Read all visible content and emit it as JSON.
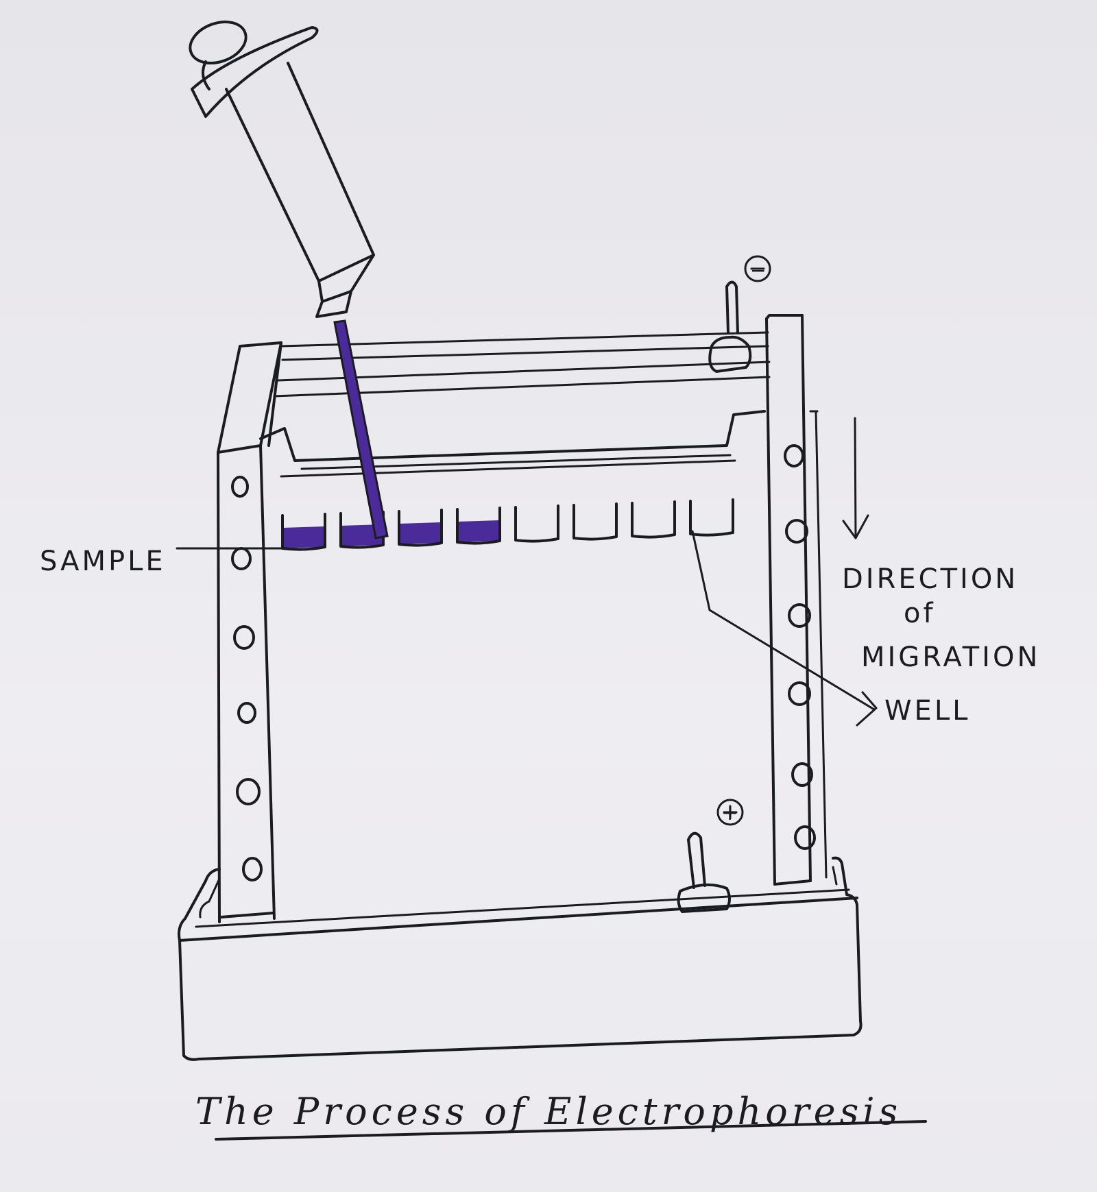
{
  "title": "The Process of Electrophoresis",
  "labels": {
    "sample": "SAMPLE",
    "direction_line1": "DIRECTION",
    "direction_line2": "of",
    "direction_line3": "MIGRATION",
    "well": "WELL",
    "negative": "−",
    "positive": "+"
  },
  "wells": [
    {
      "filled": true
    },
    {
      "filled": true
    },
    {
      "filled": true
    },
    {
      "filled": true
    },
    {
      "filled": false
    },
    {
      "filled": false
    },
    {
      "filled": false
    },
    {
      "filled": false
    }
  ],
  "colors": {
    "ink": "#1b1b22",
    "sample": "#4b2a9a",
    "paper": "#e9e8ec"
  }
}
